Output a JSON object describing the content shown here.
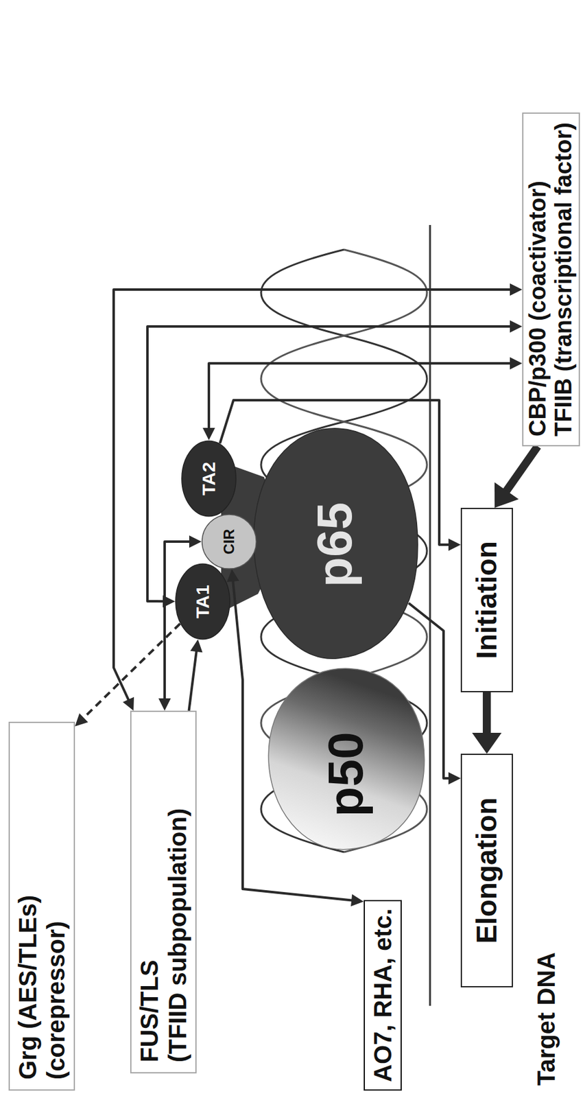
{
  "diagram": {
    "nodes": [
      {
        "text": [
          "Grg (AES/TLEs)",
          "(corepressor)"
        ]
      },
      {
        "text": [
          "FUS/TLS",
          "(TFIID subpopulation)"
        ]
      },
      {
        "text": [
          "AO7, RHA, etc."
        ]
      },
      {
        "text": [
          "p50"
        ]
      },
      {
        "text": [
          "p65"
        ]
      },
      {
        "text": [
          "TA1"
        ]
      },
      {
        "text": [
          "CIR"
        ]
      },
      {
        "text": [
          "TA2"
        ]
      },
      {
        "text": [
          "CBP/p300 (coactivator)",
          "TFIIB (transcriptional factor)"
        ]
      },
      {
        "text": [
          "Initiation"
        ]
      },
      {
        "text": [
          "Elongation"
        ]
      }
    ],
    "edges": [
      {
        "from": 5,
        "to": 8,
        "arrow": "both"
      },
      {
        "from": 7,
        "to": 8,
        "arrow": "both"
      },
      {
        "from": 1,
        "to": 8,
        "arrow": "both"
      },
      {
        "from": 1,
        "to": 5,
        "arrow": "to"
      },
      {
        "from": 6,
        "to": 1,
        "arrow": "both"
      },
      {
        "from": 6,
        "to": 2,
        "arrow": "both"
      },
      {
        "from": 5,
        "to": 0,
        "arrow": "to"
      },
      {
        "from": 7,
        "to": 9,
        "arrow": "to"
      },
      {
        "from": 4,
        "to": 10,
        "arrow": "to"
      },
      {
        "from": 8,
        "to": 9,
        "arrow": "to"
      },
      {
        "from": 9,
        "to": 10,
        "arrow": "to"
      }
    ],
    "labels": [
      "Target DNA"
    ]
  }
}
